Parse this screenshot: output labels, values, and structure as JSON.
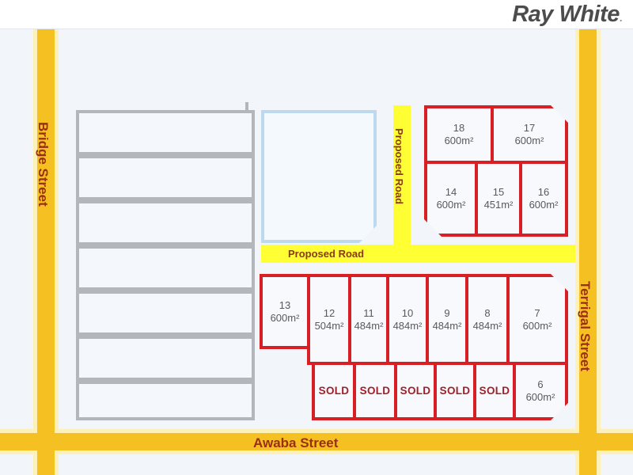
{
  "header": {
    "brand": "Ray White",
    "brand_mark": "."
  },
  "map": {
    "background_color": "#f2f5f9",
    "lot_outline_color": "#d81f26",
    "road_color": "#f5c021",
    "proposed_road_color": "#ffff33",
    "existing_lot_outline_color": "#b3b6ba",
    "blue_parcel_outline_color": "#bcd9ee",
    "sold_text_color": "#a0202a",
    "area_unit": "m²"
  },
  "streets": [
    {
      "name": "Bridge Street",
      "orientation": "vertical",
      "side": "left"
    },
    {
      "name": "Terrigal Street",
      "orientation": "vertical",
      "side": "right"
    },
    {
      "name": "Awaba Street",
      "orientation": "horizontal",
      "side": "bottom"
    }
  ],
  "proposed_roads": [
    {
      "name": "Proposed Road",
      "orientation": "vertical"
    },
    {
      "name": "Proposed Road",
      "orientation": "horizontal"
    }
  ],
  "lot_groups": {
    "north_east_top": [
      {
        "number": "18",
        "area": "600m²",
        "status": "available"
      },
      {
        "number": "17",
        "area": "600m²",
        "status": "available"
      }
    ],
    "north_east_bottom": [
      {
        "number": "14",
        "area": "600m²",
        "status": "available"
      },
      {
        "number": "15",
        "area": "451m²",
        "status": "available"
      },
      {
        "number": "16",
        "area": "600m²",
        "status": "available"
      }
    ],
    "middle_row": [
      {
        "number": "13",
        "area": "600m²",
        "status": "available"
      },
      {
        "number": "12",
        "area": "504m²",
        "status": "available"
      },
      {
        "number": "11",
        "area": "484m²",
        "status": "available"
      },
      {
        "number": "10",
        "area": "484m²",
        "status": "available"
      },
      {
        "number": "9",
        "area": "484m²",
        "status": "available"
      },
      {
        "number": "8",
        "area": "484m²",
        "status": "available"
      },
      {
        "number": "7",
        "area": "600m²",
        "status": "available"
      }
    ],
    "bottom_row": [
      {
        "number": "SOLD",
        "area": "",
        "status": "sold"
      },
      {
        "number": "SOLD",
        "area": "",
        "status": "sold"
      },
      {
        "number": "SOLD",
        "area": "",
        "status": "sold"
      },
      {
        "number": "SOLD",
        "area": "",
        "status": "sold"
      },
      {
        "number": "SOLD",
        "area": "",
        "status": "sold"
      },
      {
        "number": "6",
        "area": "600m²",
        "status": "available"
      }
    ]
  }
}
